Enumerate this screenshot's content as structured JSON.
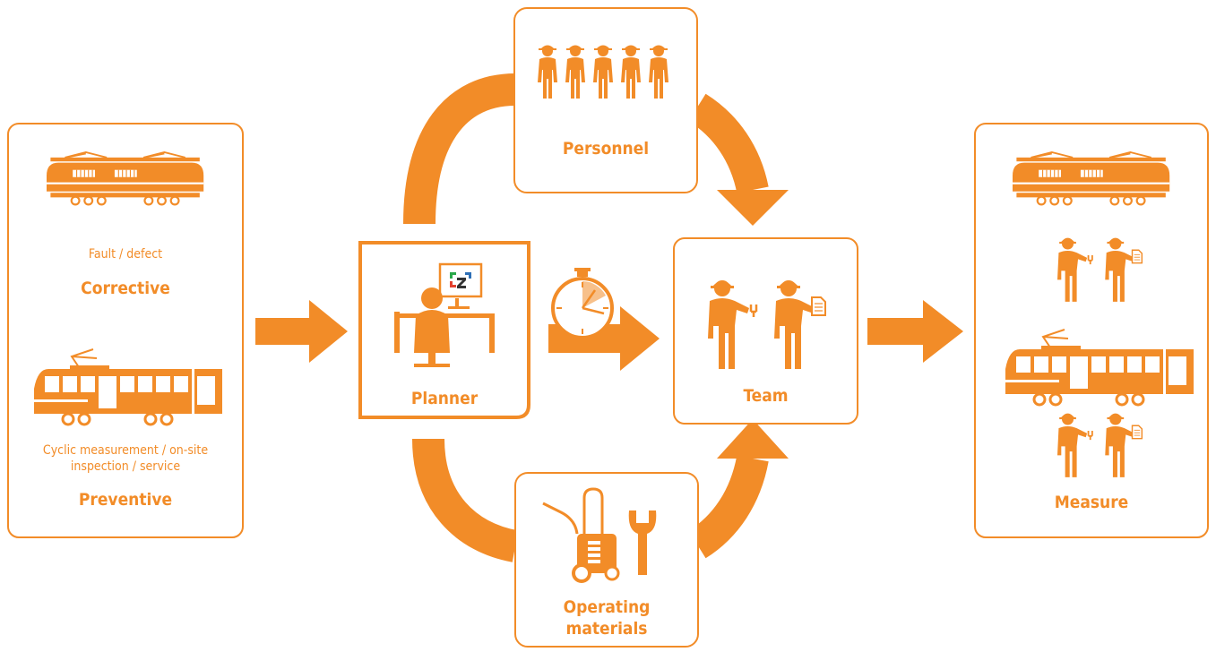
{
  "colors": {
    "accent": "#f28c28",
    "light_accent": "#f7c08a",
    "background": "#ffffff"
  },
  "left_panel": {
    "corrective": {
      "caption": "Fault / defect",
      "title": "Corrective",
      "icon": "locomotive-icon"
    },
    "preventive": {
      "caption": "Cyclic measurement / on-site inspection / service",
      "title": "Preventive",
      "icon": "tram-icon"
    }
  },
  "planner": {
    "title": "Planner",
    "icon": "planner-at-desk-icon",
    "logo_text": "Z"
  },
  "timer": {
    "icon": "stopwatch-icon"
  },
  "personnel": {
    "title": "Personnel",
    "icon": "workers-group-icon"
  },
  "team": {
    "title": "Team",
    "icon": "two-workers-icon"
  },
  "operating_materials": {
    "title_line1": "Operating",
    "title_line2": "materials",
    "icon": "welding-cart-and-wrench-icon"
  },
  "measure": {
    "title": "Measure",
    "icons": [
      "locomotive-icon",
      "two-workers-icon",
      "tram-icon",
      "two-workers-icon"
    ]
  }
}
